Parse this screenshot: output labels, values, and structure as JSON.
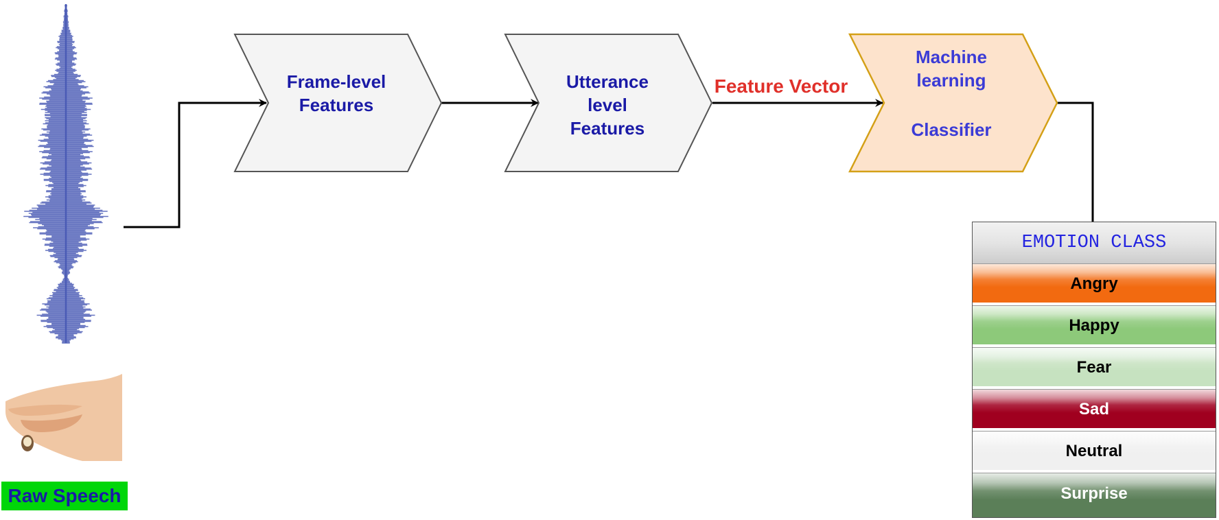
{
  "input": {
    "label": "Raw Speech"
  },
  "pipeline": {
    "frame_level": {
      "line1": "Frame-level",
      "line2": "Features"
    },
    "utterance_level": {
      "line1": "Utterance",
      "line2": "level",
      "line3": "Features"
    },
    "edge_label": "Feature Vector",
    "classifier": {
      "line1": "Machine",
      "line2": "learning",
      "line3": "Classifier"
    }
  },
  "emotion_class": {
    "header": "EMOTION CLASS",
    "classes": [
      {
        "label": "Angry",
        "color": "#f26a10",
        "text_color": "#000000"
      },
      {
        "label": "Happy",
        "color": "#8dc97a",
        "text_color": "#000000"
      },
      {
        "label": "Fear",
        "color": "#c6e2c0",
        "text_color": "#000000"
      },
      {
        "label": "Sad",
        "color": "#a0001f",
        "text_color": "#ffffff"
      },
      {
        "label": "Neutral",
        "color": "#f0f0f0",
        "text_color": "#000000"
      },
      {
        "label": "Surprise",
        "color": "#5b7f58",
        "text_color": "#ffffff"
      }
    ]
  },
  "colors": {
    "process_fill": "#f4f4f4",
    "process_stroke": "#555555",
    "classifier_fill": "#fde3cc",
    "classifier_stroke": "#d4a017",
    "waveform": "#4a5bb5"
  }
}
